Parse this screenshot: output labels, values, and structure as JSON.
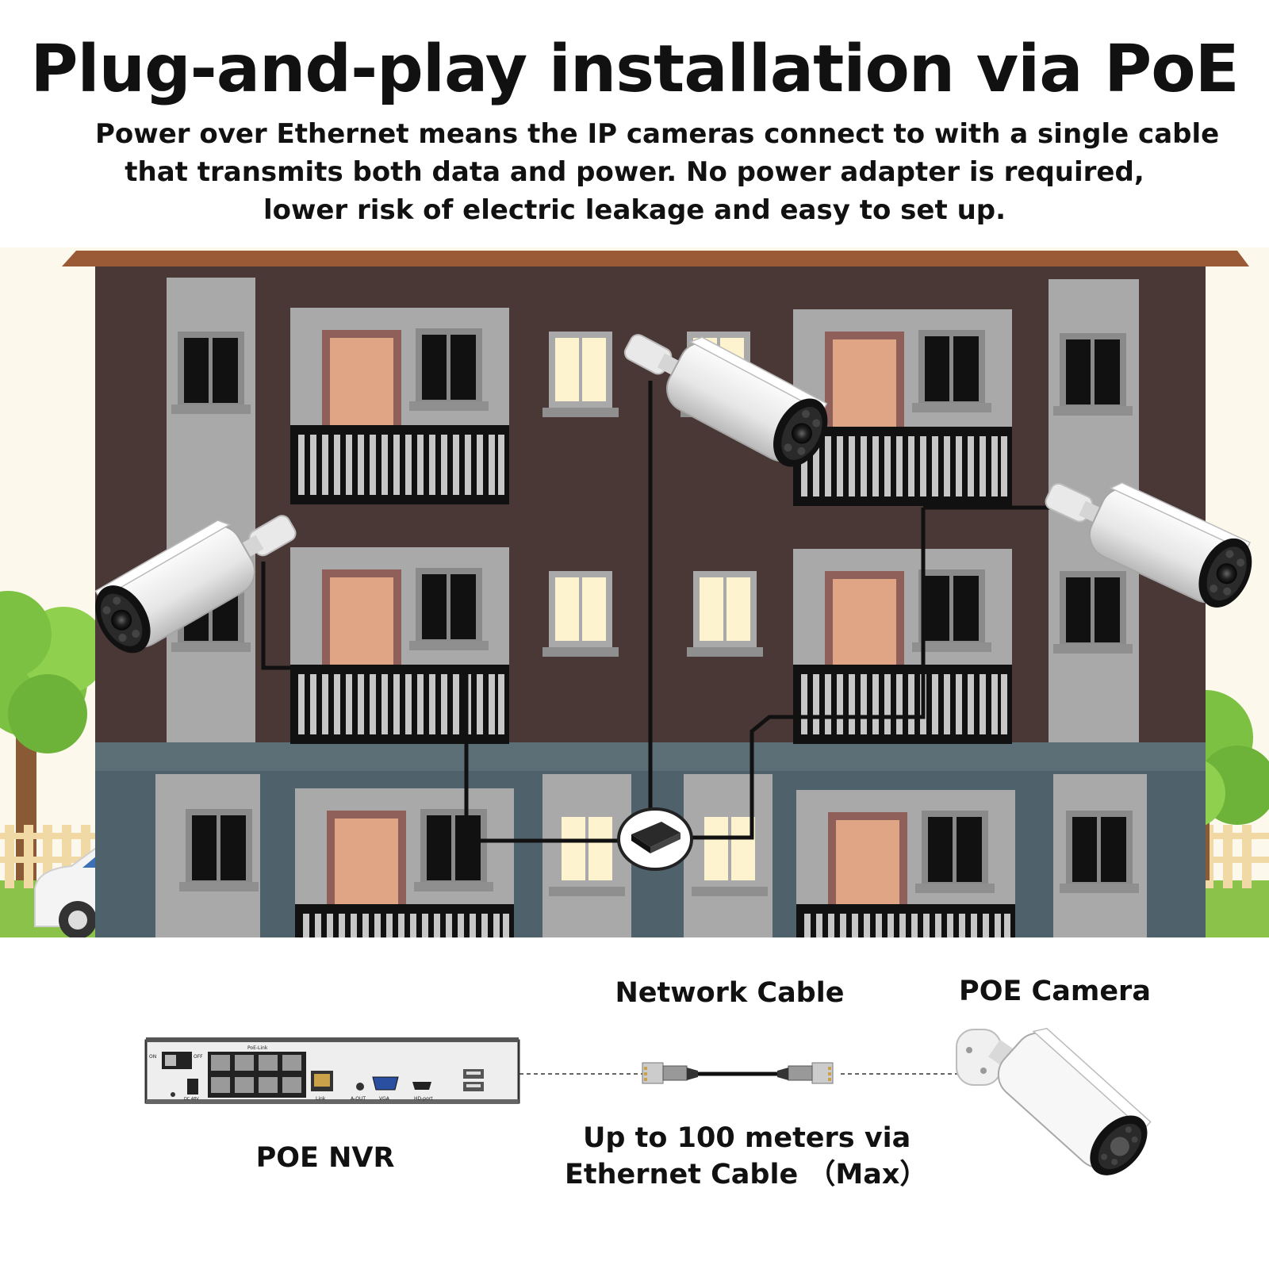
{
  "header": {
    "title": "Plug-and-play installation via PoE",
    "subtitle_lines": [
      "Power over Ethernet means the IP cameras connect to with a single cable",
      "that transmits both data and power. No power adapter is required,",
      "lower risk of electric leakage and easy to set up."
    ]
  },
  "labels": {
    "network_cable": "Network Cable",
    "poe_camera": "POE Camera",
    "poe_nvr": "POE NVR",
    "distance_line1": "Up to 100 meters via",
    "distance_line2": "Ethernet Cable （Max）"
  },
  "nvr_panel": {
    "poe_link": "PoE-Link",
    "on": "ON",
    "off": "OFF",
    "dc": "DC 48V",
    "link": "Link",
    "aout": "A-OUT",
    "vga": "VGA",
    "hdport": "HD-port"
  },
  "colors": {
    "roof": "#9a5a35",
    "wall_upper": "#4a3836",
    "wall_lower": "#4f626b",
    "pillar": "#a9a9a9",
    "door": "#e0a585",
    "window_lit": "#fdf3cf",
    "sky": "#fdf8ec",
    "grass": "#8bc34a"
  }
}
